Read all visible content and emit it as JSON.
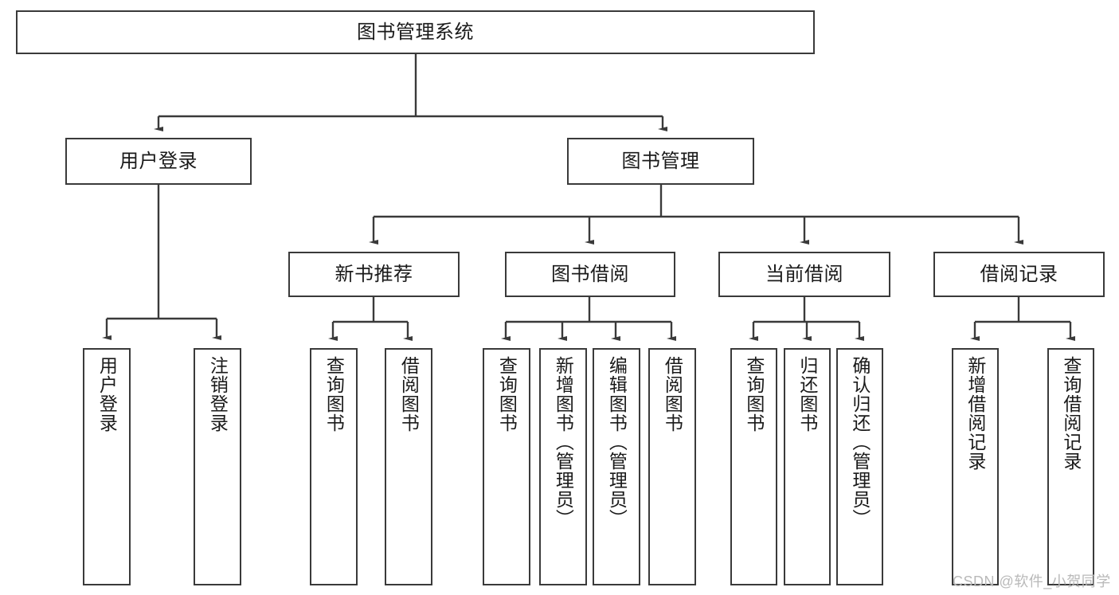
{
  "diagram": {
    "title": "图书管理系统",
    "type": "功能结构图",
    "watermark": "CSDN @软件_小贺同学",
    "colors": {
      "box_border": "#3a3a3a",
      "box_fill": "#ffffff",
      "edge": "#3a3a3a",
      "text": "#1a1a1a",
      "watermark": "#b9b9b9"
    },
    "root": {
      "label": "图书管理系统"
    },
    "level2": [
      {
        "label": "用户登录"
      },
      {
        "label": "图书管理"
      }
    ],
    "level3": [
      {
        "label": "新书推荐"
      },
      {
        "label": "图书借阅"
      },
      {
        "label": "当前借阅"
      },
      {
        "label": "借阅记录"
      }
    ],
    "leaves": {
      "user_login": [
        {
          "label": "用户登录"
        },
        {
          "label": "注销登录"
        }
      ],
      "new_book_recommend": [
        {
          "label": "查询图书"
        },
        {
          "label": "借阅图书"
        }
      ],
      "book_borrow": [
        {
          "label": "查询图书"
        },
        {
          "label": "新增图书（管理员）"
        },
        {
          "label": "编辑图书（管理员）"
        },
        {
          "label": "借阅图书"
        }
      ],
      "current_borrow": [
        {
          "label": "查询图书"
        },
        {
          "label": "归还图书"
        },
        {
          "label": "确认归还（管理员）"
        }
      ],
      "borrow_record": [
        {
          "label": "新增借阅记录"
        },
        {
          "label": "查询借阅记录"
        }
      ]
    }
  }
}
